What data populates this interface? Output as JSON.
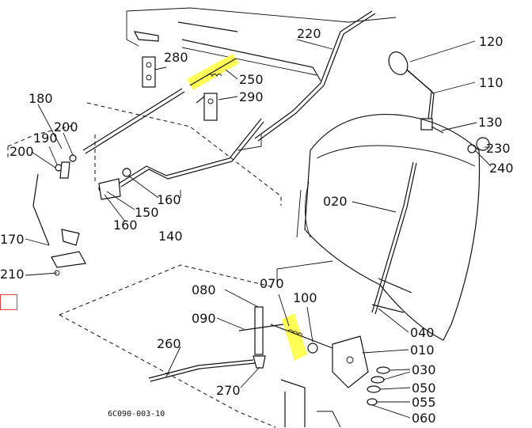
{
  "diagram": {
    "figure_code": "6C090-003-10",
    "highlight_color": "#ffff3a",
    "line_color": "#111111",
    "labels": {
      "p020": "020",
      "p030": "030",
      "p040": "040",
      "p050": "050",
      "p055": "055",
      "p060": "060",
      "p070": "070",
      "p080": "080",
      "p090": "090",
      "p100": "100",
      "p110": "110",
      "p120": "120",
      "p130": "130",
      "p140": "140",
      "p150": "150",
      "p160a": "160",
      "p160b": "160",
      "p170": "170",
      "p180": "180",
      "p190": "190",
      "p200a": "200",
      "p200b": "200",
      "p210": "210",
      "p220": "220",
      "p230": "230",
      "p240": "240",
      "p250": "250",
      "p260": "260",
      "p270": "270",
      "p280": "280",
      "p290": "290",
      "p010": "010"
    }
  }
}
